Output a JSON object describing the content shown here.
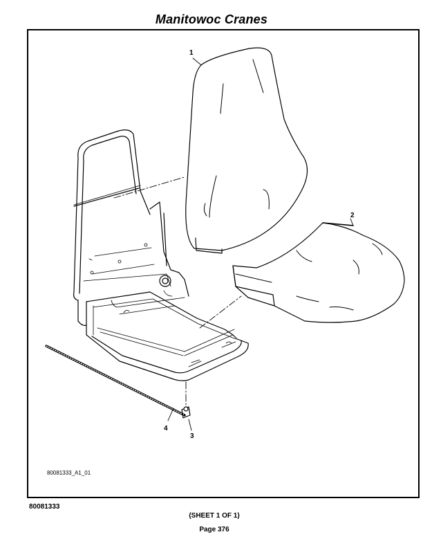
{
  "header": {
    "title": "Manitowoc Cranes"
  },
  "drawing": {
    "drawing_number": "80081333_A1_01",
    "callouts": [
      "1",
      "2",
      "3",
      "4"
    ]
  },
  "footer": {
    "doc_number": "80081333",
    "sheet": "(SHEET 1 OF 1)",
    "page": "Page 376"
  }
}
